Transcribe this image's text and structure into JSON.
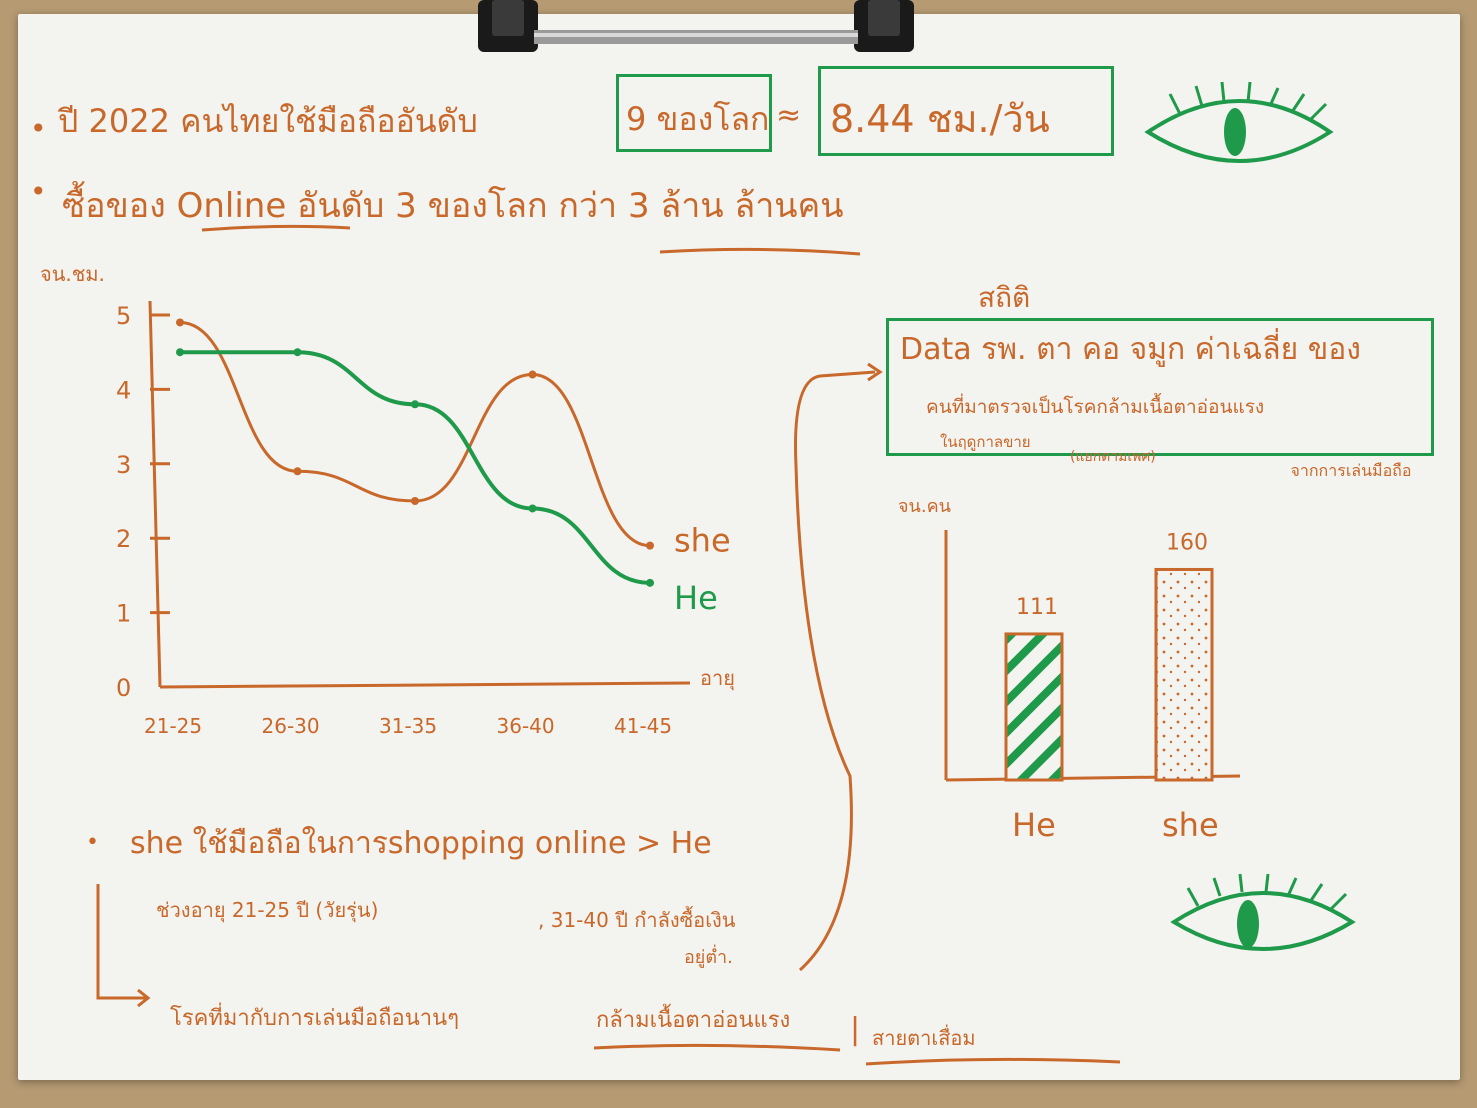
{
  "header": {
    "line1_prefix": "ปี 2022 คนไทยใช้มือถืออันดับ",
    "line1_box1": "9 ของโลก",
    "line1_approx": "≈",
    "line1_box2": "8.44 ชม./วัน",
    "line2": "ซื้อของ Online อันดับ 3 ของโลก กว่า 3 ล้าน ล้านคน"
  },
  "stat_heading": "สถิติ",
  "stat_box": {
    "line1": "Data รพ. ตา คอ จมูก ค่าเฉลี่ย ของ",
    "line2": "คนที่มาตรวจเป็นโรคกล้ามเนื้อตาอ่อนแรง",
    "line3": "ในฤดูกาลขาย",
    "line3_note": "(แยกตามเพศ)"
  },
  "notes": {
    "bar_side_note": "จากการเล่นมือถือ",
    "bullet1": "she ใช้มือถือในการshopping online > He",
    "bullet1_sub1": "ช่วงอายุ 21-25 ปี (วัยรุ่น)",
    "bullet1_sub2": ", 31-40 ปี กำลังซื้อเงิน",
    "bullet1_sub3": "อยู่ต่ำ.",
    "bottom_left": "โรคที่มากับการเล่นมือถือนานๆ",
    "bottom_mid": "กล้ามเนื้อตาอ่อนแรง",
    "bottom_right": "สายตาเสื่อม"
  },
  "colors": {
    "orange": "#c8682a",
    "green": "#1f9a4a",
    "paper": "#f3f3f0",
    "clip": "#1a1a1a"
  },
  "icons": [
    "eye-icon",
    "eye-icon"
  ],
  "chart_data": [
    {
      "type": "line",
      "ylabel": "จน.ชม.",
      "xlabel": "อายุ",
      "categories": [
        "21-25",
        "26-30",
        "31-35",
        "36-40",
        "41-45"
      ],
      "yticks": [
        "0",
        "1",
        "2",
        "3",
        "4",
        "5"
      ],
      "ylim": [
        0,
        5
      ],
      "series": [
        {
          "name": "she",
          "color": "#c8682a",
          "values": [
            4.9,
            2.9,
            2.5,
            4.2,
            1.9
          ]
        },
        {
          "name": "He",
          "color": "#1f9a4a",
          "values": [
            4.5,
            4.5,
            3.8,
            2.4,
            1.4
          ]
        }
      ]
    },
    {
      "type": "bar",
      "ylabel": "จน.คน",
      "categories": [
        "He",
        "she"
      ],
      "values": [
        111,
        160
      ],
      "value_labels": [
        "111",
        "160"
      ],
      "ylim": [
        0,
        190
      ],
      "bar_styles": [
        "hatched-green",
        "dotted-orange"
      ]
    }
  ]
}
